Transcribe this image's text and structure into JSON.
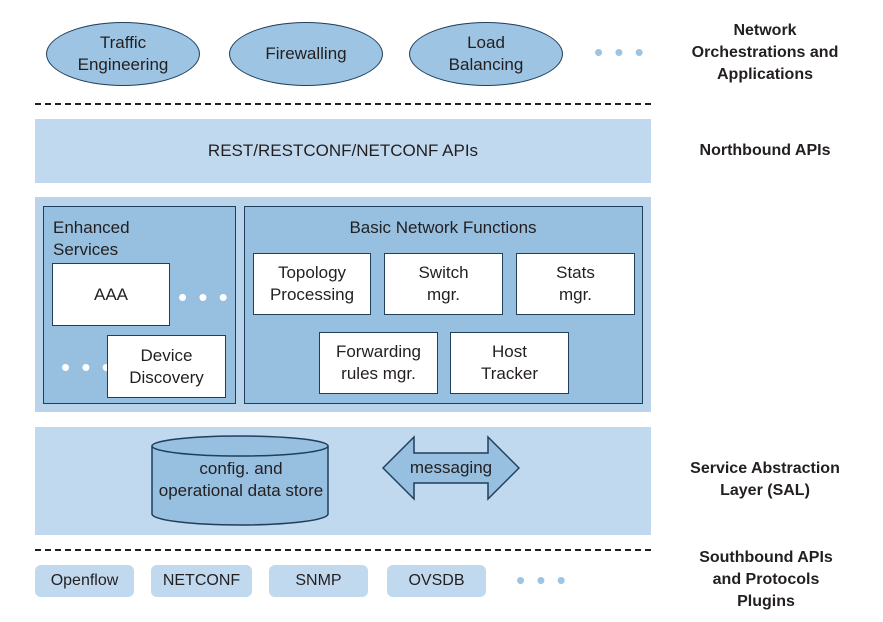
{
  "apps": {
    "items": [
      "Traffic Engineering",
      "Firewalling",
      "Load Balancing"
    ],
    "more": "• • •"
  },
  "layers": {
    "orchestration": "Network Orchestrations and Applications",
    "northbound": "Northbound APIs",
    "sal": "Service Abstraction Layer (SAL)",
    "southbound": "Southbound APIs and Protocols Plugins"
  },
  "northbound_api": "REST/RESTCONF/NETCONF APIs",
  "enhanced": {
    "title": "Enhanced Services",
    "aaa": "AAA",
    "device_discovery": "Device Discovery",
    "more": "• • •"
  },
  "basic": {
    "title": "Basic Network Functions",
    "topology": "Topology Processing",
    "switch": "Switch mgr.",
    "stats": "Stats mgr.",
    "forwarding": "Forwarding rules mgr.",
    "host": "Host Tracker"
  },
  "sal": {
    "datastore": "config. and operational data store",
    "messaging": "messaging"
  },
  "plugins": {
    "items": [
      "Openflow",
      "NETCONF",
      "SNMP",
      "OVSDB"
    ],
    "more": "• • •"
  },
  "colors": {
    "light_blue": "#c1d9ee",
    "mid_blue": "#96bfe0",
    "outline": "#1f3f5c"
  }
}
